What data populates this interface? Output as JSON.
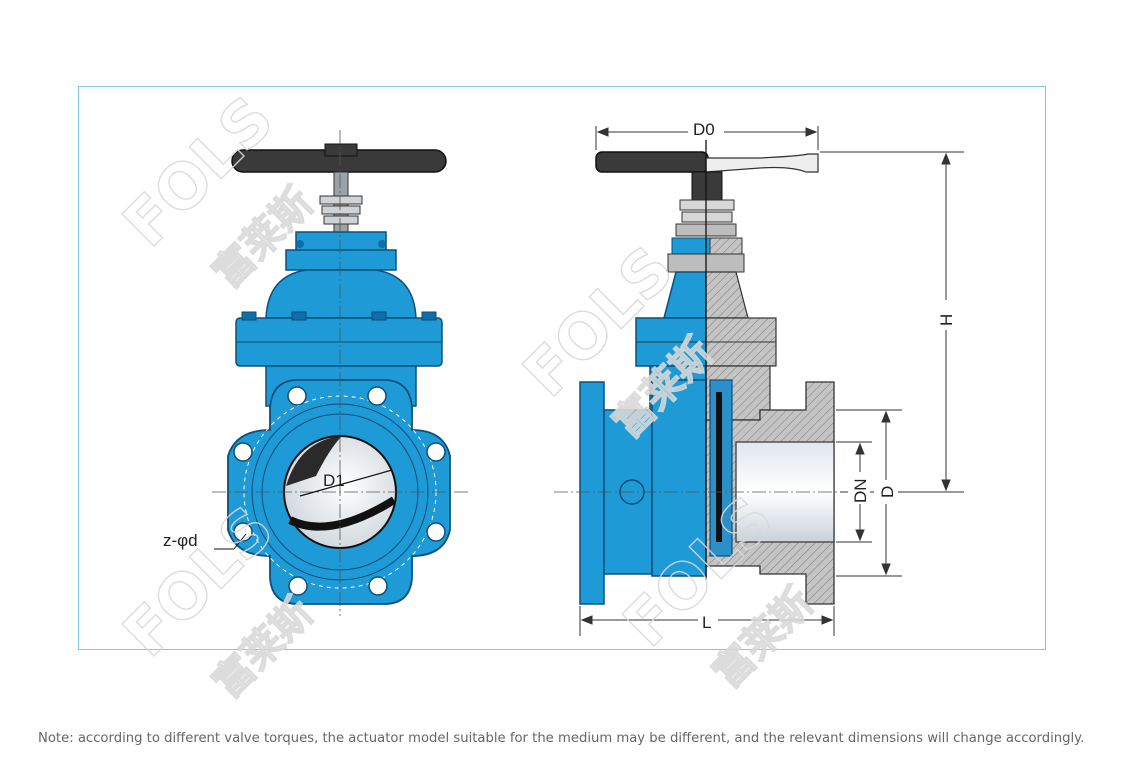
{
  "labels": {
    "d1": "D1",
    "z_phi_d": "z-φd",
    "d0": "D0",
    "h": "H",
    "dn": "DN",
    "d": "D",
    "l": "L"
  },
  "watermark": {
    "brand": "FOLS",
    "chinese": "富莱斯"
  },
  "note": "Note: according to different valve torques, the actuator model suitable for the medium may be different, and the relevant dimensions will change accordingly.",
  "colors": {
    "body_blue": "#1e9ad6",
    "body_blue_dark": "#0d6fa8",
    "handwheel": "#3a3a3a",
    "frame_border": "#7fc7e8",
    "section_gray": "#b9b9b9"
  }
}
